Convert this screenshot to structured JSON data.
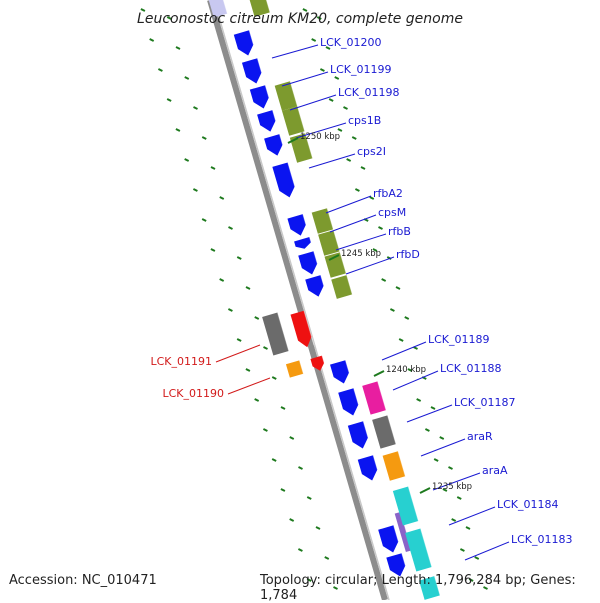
{
  "title": "Leuconostoc citreum KM20, complete genome",
  "footer": {
    "accession": "Accession: NC_010471",
    "topology": "Topology: circular; Length: 1,796,284 bp; Genes: 1,784"
  },
  "colors": {
    "background": "#ffffff",
    "backbone": "#8c8c8c",
    "cds": "#0a14f0",
    "cog_green": "#7d9a2e",
    "cog_grey": "#6b6b6b",
    "cog_red": "#ee1111",
    "cog_orange": "#f59a10",
    "cog_magenta": "#e81ea0",
    "cog_cyan": "#27d0d0",
    "tick": "#1e7a1e",
    "label_blue": "#1a1ad2",
    "label_red": "#d21a1a"
  },
  "scale_labels": [
    "1250 kbp",
    "1245 kbp",
    "1240 kbp",
    "1235 kbp"
  ],
  "genes": [
    {
      "label": "LCK_01200",
      "color": "label_blue"
    },
    {
      "label": "LCK_01199",
      "color": "label_blue"
    },
    {
      "label": "LCK_01198",
      "color": "label_blue"
    },
    {
      "label": "cps1B",
      "color": "label_blue"
    },
    {
      "label": "cps2I",
      "color": "label_blue"
    },
    {
      "label": "rfbA2",
      "color": "label_blue"
    },
    {
      "label": "cpsM",
      "color": "label_blue"
    },
    {
      "label": "rfbB",
      "color": "label_blue"
    },
    {
      "label": "rfbD",
      "color": "label_blue"
    },
    {
      "label": "LCK_01191",
      "color": "label_red"
    },
    {
      "label": "LCK_01190",
      "color": "label_red"
    },
    {
      "label": "LCK_01189",
      "color": "label_blue"
    },
    {
      "label": "LCK_01188",
      "color": "label_blue"
    },
    {
      "label": "LCK_01187",
      "color": "label_blue"
    },
    {
      "label": "araR",
      "color": "label_blue"
    },
    {
      "label": "araA",
      "color": "label_blue"
    },
    {
      "label": "LCK_01184",
      "color": "label_blue"
    },
    {
      "label": "LCK_01183",
      "color": "label_blue"
    }
  ]
}
